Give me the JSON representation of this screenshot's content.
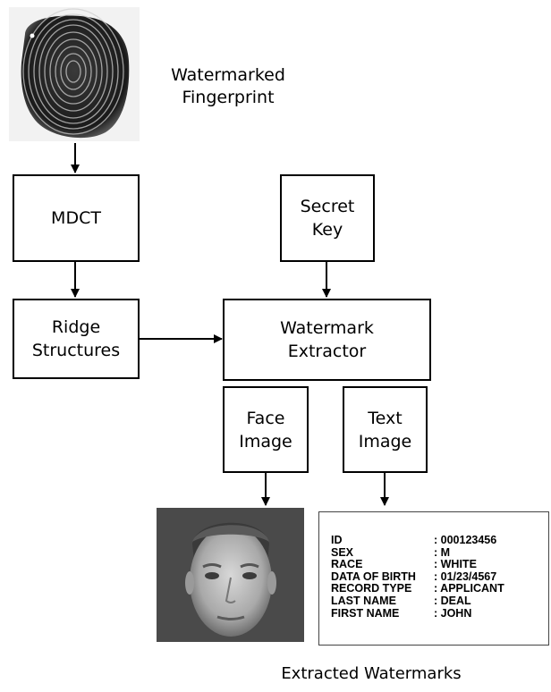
{
  "nodes": {
    "watermarked_fingerprint": "Watermarked\nFingerprint",
    "mdct": "MDCT",
    "ridge_structures": "Ridge\nStructures",
    "secret_key": "Secret\nKey",
    "watermark_extractor": "Watermark\nExtractor",
    "face_image": "Face\nImage",
    "text_image": "Text\nImage"
  },
  "caption": "Extracted Watermarks",
  "record": {
    "rows": [
      {
        "key": "ID",
        "value": ": 000123456"
      },
      {
        "key": "SEX",
        "value": ": M"
      },
      {
        "key": "RACE",
        "value": ": WHITE"
      },
      {
        "key": "DATA OF BIRTH",
        "value": ": 01/23/4567"
      },
      {
        "key": "RECORD TYPE",
        "value": ": APPLICANT"
      },
      {
        "key": "LAST NAME",
        "value": ": DEAL"
      },
      {
        "key": "FIRST NAME",
        "value": ": JOHN"
      }
    ]
  }
}
